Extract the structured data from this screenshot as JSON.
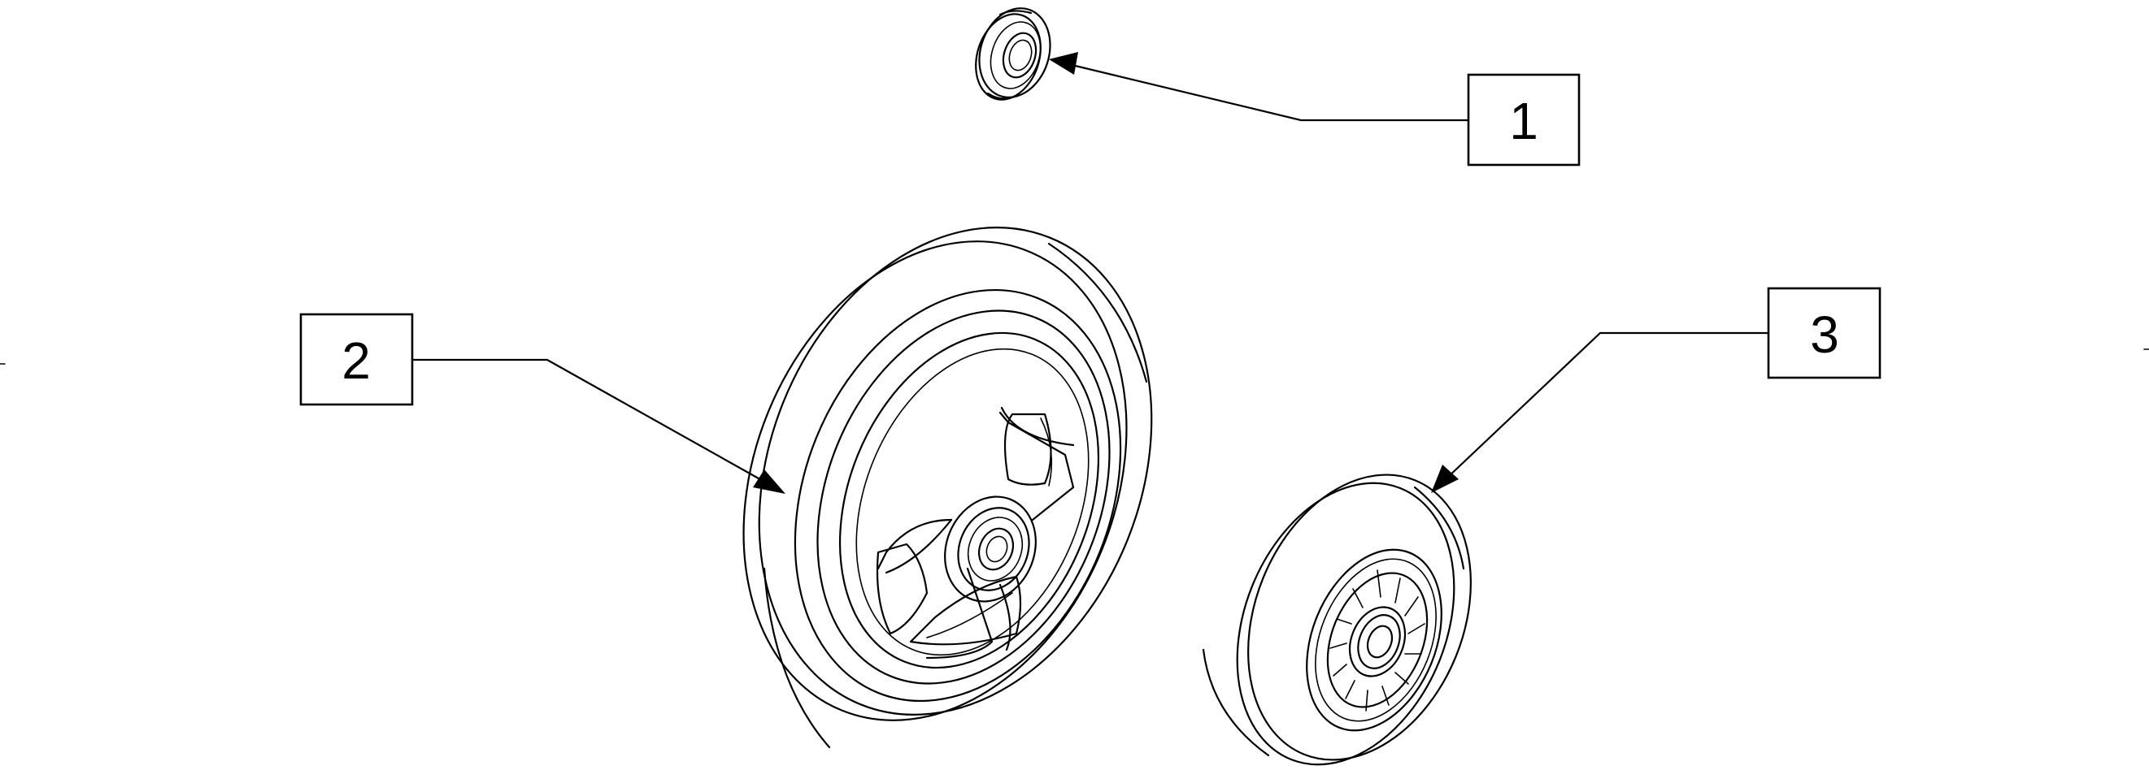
{
  "callouts": [
    {
      "label": "1",
      "part": "bearing"
    },
    {
      "label": "2",
      "part": "large-spoked-wheel"
    },
    {
      "label": "3",
      "part": "small-wheel"
    }
  ],
  "colors": {
    "line": "#000000",
    "background": "#ffffff"
  }
}
